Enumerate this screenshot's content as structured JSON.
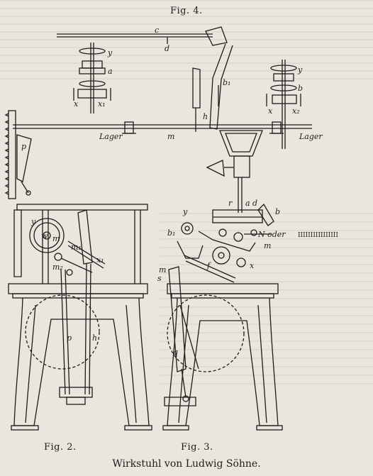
{
  "figures": {
    "fig4_label": "Fig. 4.",
    "fig2_label": "Fig. 2.",
    "fig3_label": "Fig. 3."
  },
  "caption": "Wirkstuhl von Ludwig Söhne.",
  "fig4_labels": {
    "y_left": "y",
    "a_left": "a",
    "x_left": "x",
    "x1_left": "x₁",
    "y_right": "y",
    "b_right": "b",
    "x_right": "x",
    "x2_right": "x₂",
    "c": "c",
    "d": "d",
    "b1": "b₁",
    "h": "h",
    "m": "m",
    "p": "p",
    "lager_left": "Lager",
    "lager_right": "Lager"
  },
  "fig2_labels": {
    "y": "y",
    "w": "w",
    "m": "m",
    "m1": "m₁",
    "m2": "m₂",
    "x1": "x₁",
    "p": "p",
    "h": "h"
  },
  "fig3_labels": {
    "y": "y",
    "b1": "b₁",
    "r": "r",
    "a": "a",
    "d": "d",
    "b": "b",
    "n_oder": "N oder",
    "n_code": "IIIIIIIIIIIIIIII",
    "m_right": "m",
    "m_left": "m",
    "s": "s",
    "q": "q",
    "f": "f",
    "x": "x"
  },
  "colors": {
    "ink": "#1f1c18",
    "paper": "#e9e6df"
  }
}
